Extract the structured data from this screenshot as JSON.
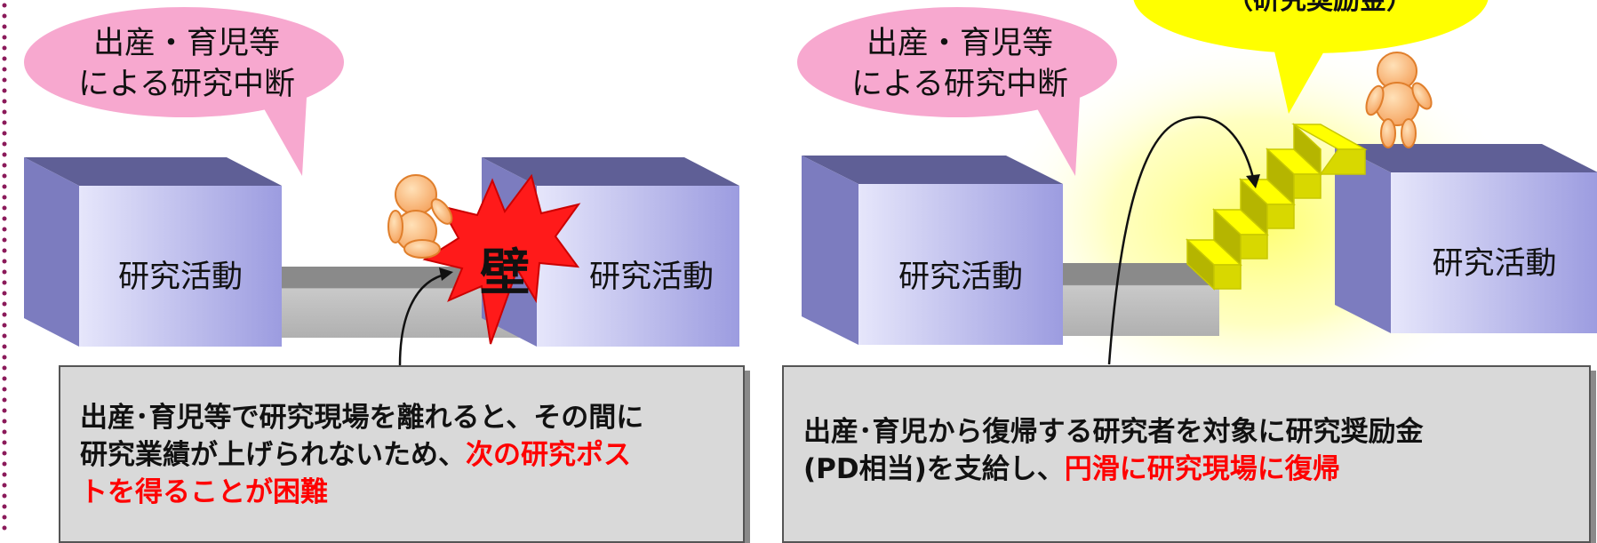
{
  "left_panel": {
    "bubble": [
      "出産・育児等",
      "による研究中断"
    ],
    "block_left_label": "研究活動",
    "block_right_label": "研究活動",
    "wall_label": "壁",
    "note": {
      "line1": "出産･育児等で研究現場を離れると、その間に",
      "line2_normal": "研究業績が上げられないため、",
      "line2_red": "次の研究ポス",
      "line3_red": "トを得ることが困難"
    }
  },
  "right_panel": {
    "bubble": [
      "出産・育児等",
      "による研究中断"
    ],
    "top_bubble_partial": "（研究奨励金）",
    "block_left_label": "研究活動",
    "block_right_label": "研究活動",
    "note": {
      "line1": "出産･育児から復帰する研究者を対象に研究奨励金",
      "line2_normal": "(PD相当)を支給し、",
      "line2_red": "円滑に研究現場に復帰"
    }
  },
  "colors": {
    "bubble_pink": "#f7a8cf",
    "block_front": "#a9a9e8",
    "block_top": "#5f5f96",
    "block_side": "#7c7cbf",
    "yellow": "#ffff00",
    "red_text": "#ff0000",
    "note_bg": "#d9d9d9",
    "border_dots": "#8b1a5a"
  }
}
